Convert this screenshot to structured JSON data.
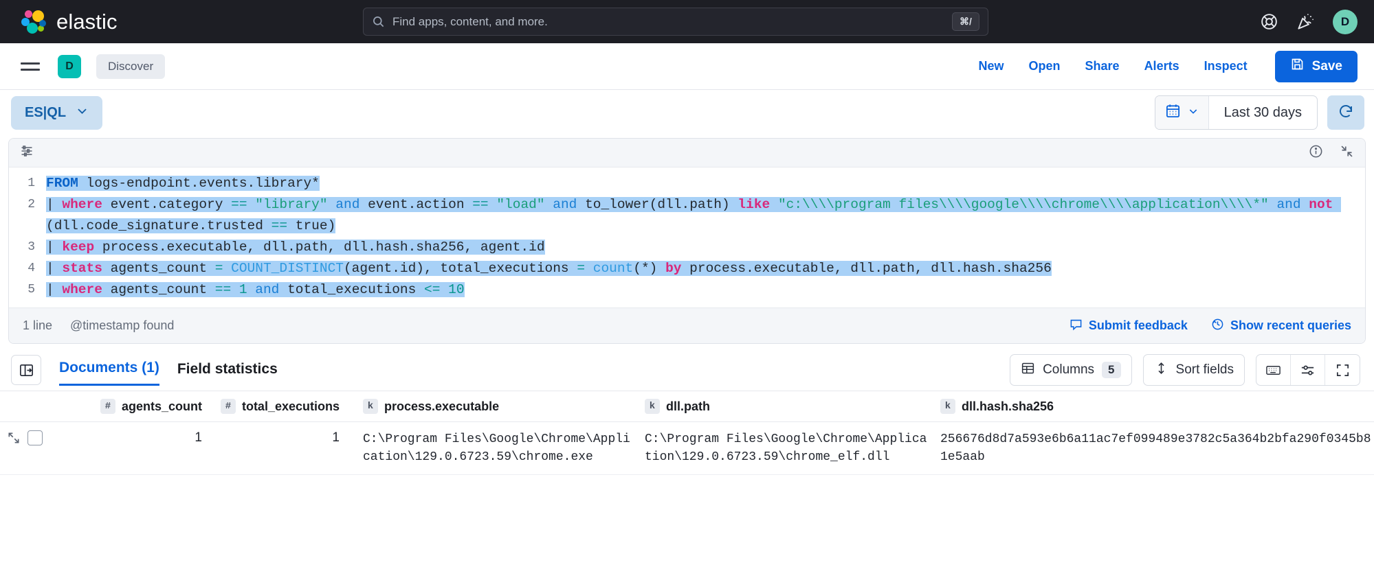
{
  "header": {
    "brand": "elastic",
    "logo_colors": [
      "#f04e98",
      "#fec514",
      "#1ba9f5",
      "#00bfb3",
      "#93c90e",
      "#0077cc"
    ],
    "search": {
      "placeholder": "Find apps, content, and more.",
      "shortcut": "⌘/",
      "icon": "search-icon"
    },
    "help_icon": "lifebuoy-icon",
    "whats_new_icon": "party-popper-icon",
    "avatar": "D",
    "avatar_color": "#6fd0b6",
    "background": "#1d1e24"
  },
  "nav": {
    "menu_icon": "hamburger-menu-icon",
    "space_badge": "D",
    "space_badge_color": "#05bfb4",
    "breadcrumb": "Discover",
    "links": [
      {
        "label": "New"
      },
      {
        "label": "Open"
      },
      {
        "label": "Share"
      },
      {
        "label": "Alerts"
      },
      {
        "label": "Inspect"
      }
    ],
    "save_label": "Save",
    "save_icon": "save-disk-icon",
    "accent": "#0b64dd"
  },
  "query_bar": {
    "language": "ES|QL",
    "language_chevron": "chevron-down-icon",
    "calendar_icon": "calendar-icon",
    "time_range": "Last 30 days",
    "refresh_icon": "refresh-icon"
  },
  "editor": {
    "toolbar_left_icon": "editor-settings-icon",
    "info_icon": "info-circle-icon",
    "collapse_icon": "collapse-icon",
    "lines": [
      {
        "n": "1",
        "tokens": [
          {
            "t": "FROM",
            "c": "kw",
            "sel": true
          },
          {
            "t": " ",
            "c": "dot",
            "sel": true
          },
          {
            "t": "logs-endpoint.events.library*",
            "c": "",
            "sel": true
          }
        ]
      },
      {
        "n": "2",
        "tokens": [
          {
            "t": "| ",
            "c": "",
            "sel": true
          },
          {
            "t": "where",
            "c": "cmd",
            "sel": true
          },
          {
            "t": " event.category ",
            "c": "",
            "sel": true
          },
          {
            "t": "==",
            "c": "op",
            "sel": true
          },
          {
            "t": " ",
            "c": "",
            "sel": true
          },
          {
            "t": "\"library\"",
            "c": "str",
            "sel": true
          },
          {
            "t": " ",
            "c": "",
            "sel": true
          },
          {
            "t": "and",
            "c": "and",
            "sel": true
          },
          {
            "t": " event.action ",
            "c": "",
            "sel": true
          },
          {
            "t": "==",
            "c": "op",
            "sel": true
          },
          {
            "t": " ",
            "c": "",
            "sel": true
          },
          {
            "t": "\"load\"",
            "c": "str",
            "sel": true
          },
          {
            "t": " ",
            "c": "",
            "sel": true
          },
          {
            "t": "and",
            "c": "and",
            "sel": true
          },
          {
            "t": " to_lower(dll.path) ",
            "c": "",
            "sel": true
          },
          {
            "t": "like",
            "c": "cmd",
            "sel": true
          },
          {
            "t": " ",
            "c": "",
            "sel": true
          },
          {
            "t": "\"c:\\\\\\\\program files\\\\\\\\google\\\\\\\\chrome\\\\\\\\application\\\\\\\\*\"",
            "c": "str",
            "sel": true
          },
          {
            "t": " ",
            "c": "",
            "sel": true
          },
          {
            "t": "and",
            "c": "and",
            "sel": true
          },
          {
            "t": " ",
            "c": "",
            "sel": true
          },
          {
            "t": "not",
            "c": "cmd",
            "sel": true
          },
          {
            "t": " (dll.code_signature.trusted ",
            "c": "",
            "sel": true
          },
          {
            "t": "==",
            "c": "op",
            "sel": true
          },
          {
            "t": " true)",
            "c": "",
            "sel": true
          }
        ]
      },
      {
        "n": "3",
        "tokens": [
          {
            "t": "| ",
            "c": "",
            "sel": true
          },
          {
            "t": "keep",
            "c": "cmd",
            "sel": true
          },
          {
            "t": " process.executable, dll.path, dll.hash.sha256, agent.id",
            "c": "",
            "sel": true
          }
        ]
      },
      {
        "n": "4",
        "tokens": [
          {
            "t": "| ",
            "c": "",
            "sel": true
          },
          {
            "t": "stats",
            "c": "cmd",
            "sel": true
          },
          {
            "t": " agents_count ",
            "c": "",
            "sel": true
          },
          {
            "t": "=",
            "c": "op",
            "sel": true
          },
          {
            "t": " ",
            "c": "",
            "sel": true
          },
          {
            "t": "COUNT_DISTINCT",
            "c": "fn",
            "sel": true
          },
          {
            "t": "(agent.id), total_executions ",
            "c": "",
            "sel": true
          },
          {
            "t": "=",
            "c": "op",
            "sel": true
          },
          {
            "t": " ",
            "c": "",
            "sel": true
          },
          {
            "t": "count",
            "c": "fn",
            "sel": true
          },
          {
            "t": "(*) ",
            "c": "",
            "sel": true
          },
          {
            "t": "by",
            "c": "cmd",
            "sel": true
          },
          {
            "t": " process.executable, dll.path, dll.hash.sha256",
            "c": "",
            "sel": true
          }
        ]
      },
      {
        "n": "5",
        "tokens": [
          {
            "t": "| ",
            "c": "",
            "sel": true
          },
          {
            "t": "where",
            "c": "cmd",
            "sel": true
          },
          {
            "t": " agents_count ",
            "c": "",
            "sel": true
          },
          {
            "t": "==",
            "c": "op",
            "sel": true
          },
          {
            "t": " ",
            "c": "",
            "sel": true
          },
          {
            "t": "1",
            "c": "num",
            "sel": true
          },
          {
            "t": " ",
            "c": "",
            "sel": true
          },
          {
            "t": "and",
            "c": "and",
            "sel": true
          },
          {
            "t": " total_executions ",
            "c": "",
            "sel": true
          },
          {
            "t": "<=",
            "c": "op",
            "sel": true
          },
          {
            "t": " ",
            "c": "",
            "sel": true
          },
          {
            "t": "10",
            "c": "num",
            "sel": true
          }
        ]
      }
    ],
    "footer": {
      "line_count": "1 line",
      "timestamp_status": "@timestamp found",
      "feedback_label": "Submit feedback",
      "feedback_icon": "comment-icon",
      "recent_label": "Show recent queries",
      "recent_icon": "clock-history-icon"
    }
  },
  "results": {
    "sidebar_toggle_icon": "toggle-sidebar-icon",
    "tabs": [
      {
        "label": "Documents (1)",
        "active": true
      },
      {
        "label": "Field statistics",
        "active": false
      }
    ],
    "columns_label": "Columns",
    "columns_count": "5",
    "columns_icon": "table-icon",
    "sort_label": "Sort fields",
    "sort_icon": "sort-updown-icon",
    "keyboard_icon": "keyboard-icon",
    "display_icon": "display-options-icon",
    "fullscreen_icon": "fullscreen-icon"
  },
  "table": {
    "columns": [
      {
        "name": "agents_count",
        "type": "#"
      },
      {
        "name": "total_executions",
        "type": "#"
      },
      {
        "name": "process.executable",
        "type": "k"
      },
      {
        "name": "dll.path",
        "type": "k"
      },
      {
        "name": "dll.hash.sha256",
        "type": "k"
      }
    ],
    "rows": [
      {
        "expand_icon": "expand-row-icon",
        "agents_count": "1",
        "total_executions": "1",
        "process_executable": "C:\\Program Files\\Google\\Chrome\\Application\\129.0.6723.59\\chrome.exe",
        "dll_path": "C:\\Program Files\\Google\\Chrome\\Application\\129.0.6723.59\\chrome_elf.dll",
        "dll_hash_sha256": "256676d8d7a593e6b6a11ac7ef099489e3782c5a364b2bfa290f0345b81e5aab"
      }
    ]
  }
}
